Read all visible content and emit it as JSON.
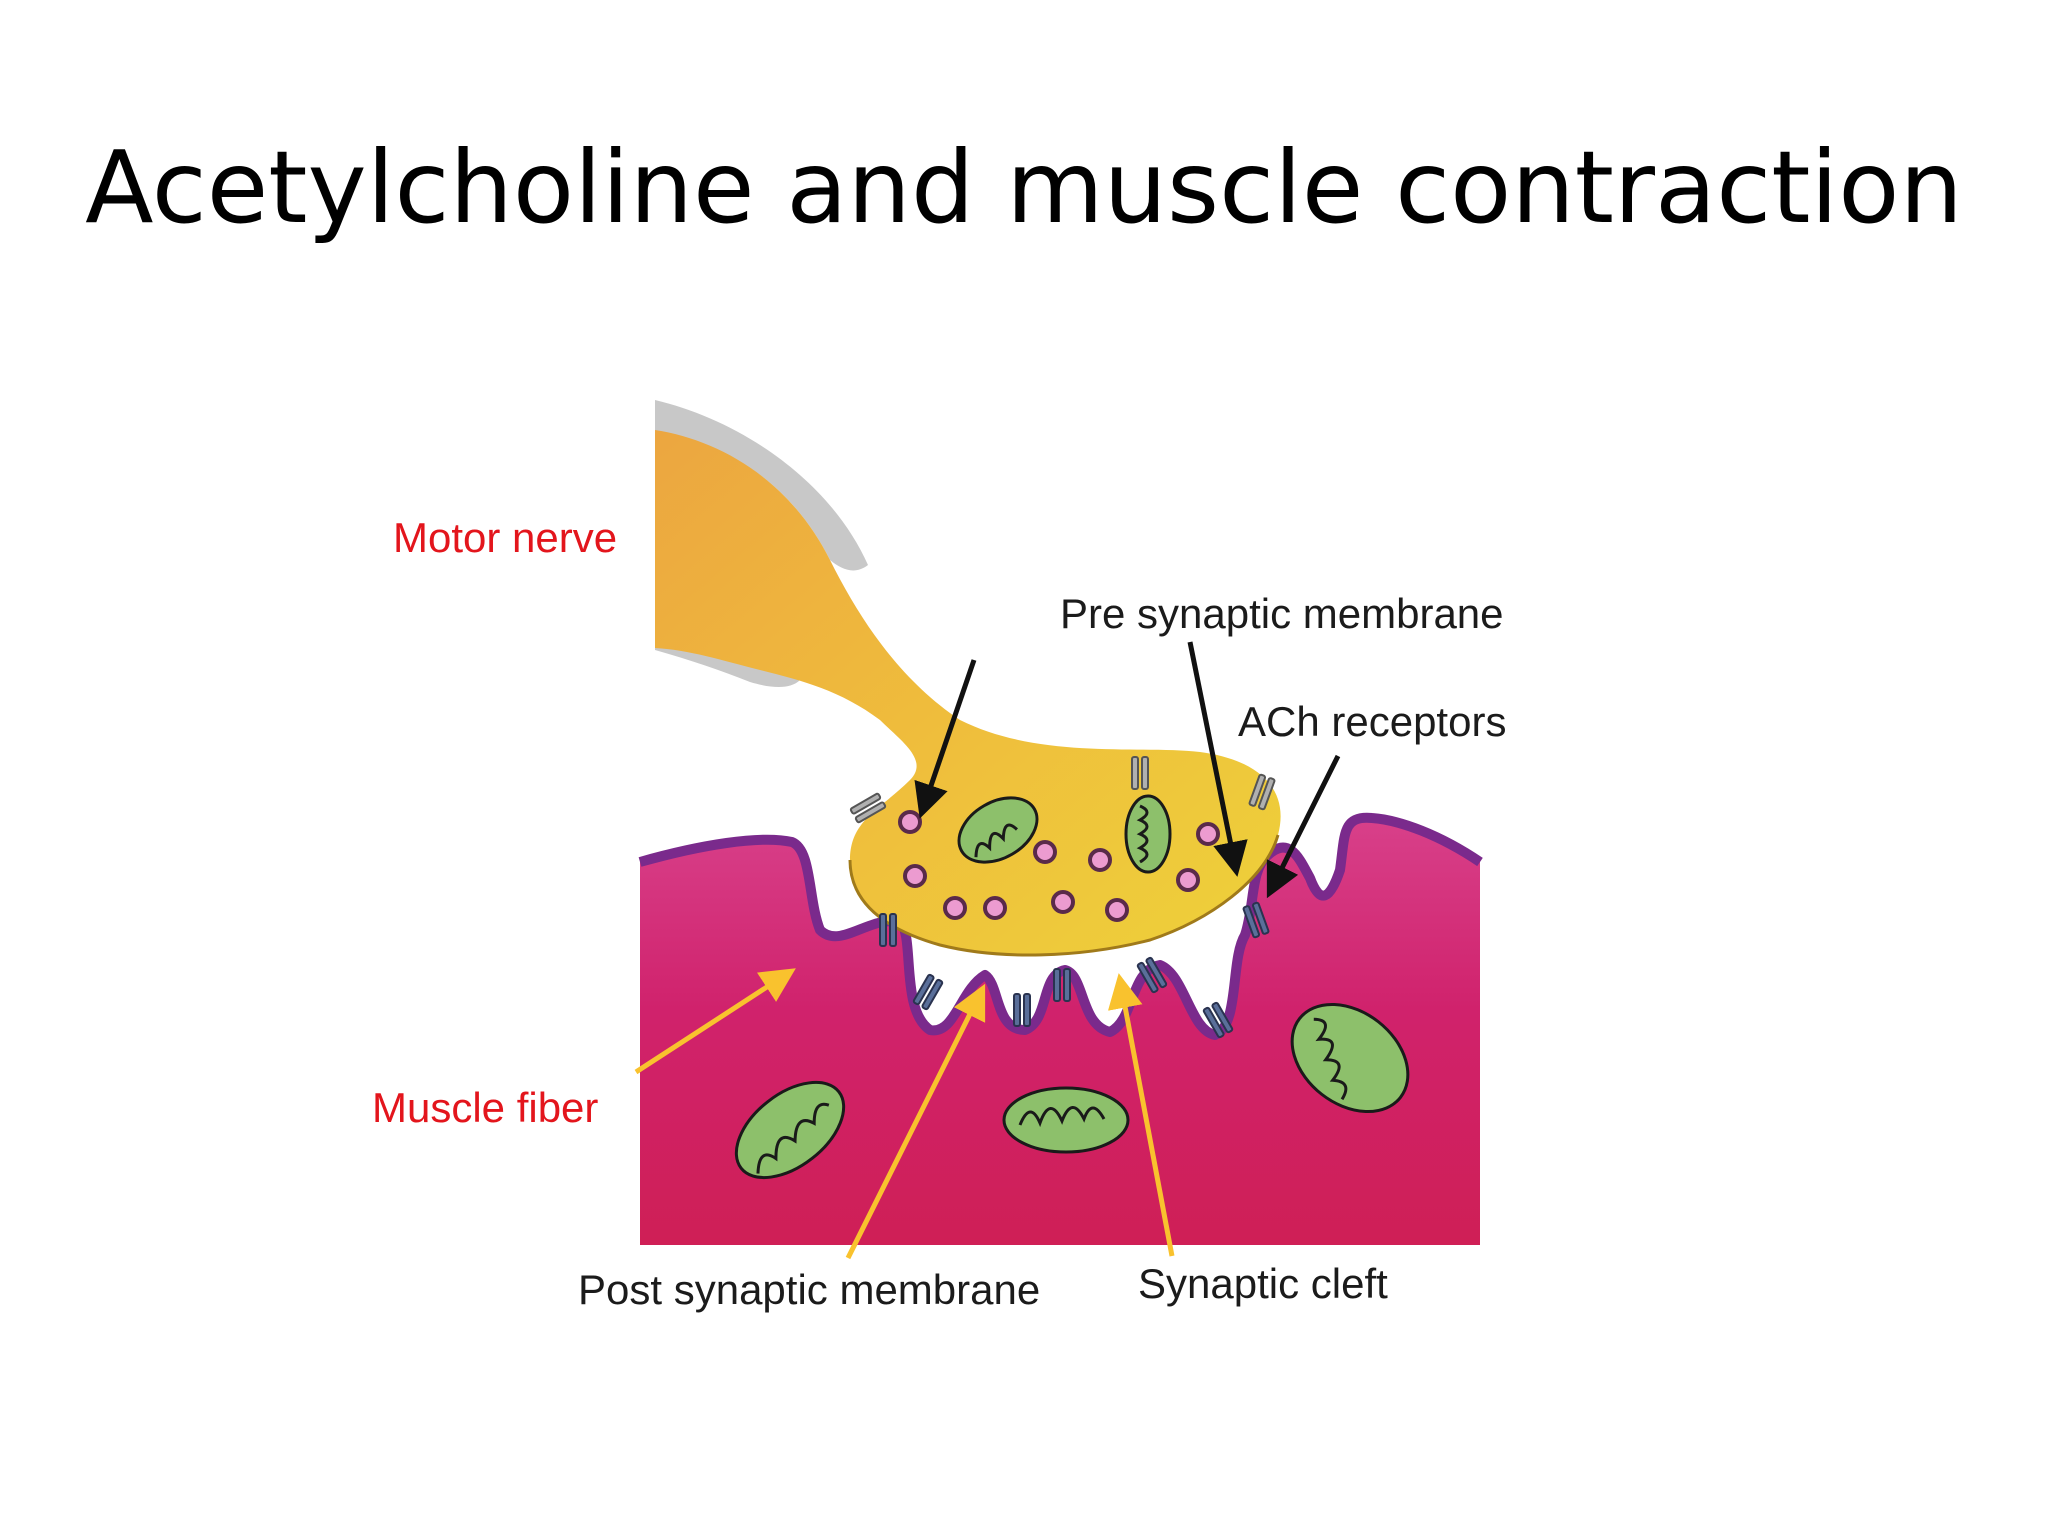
{
  "slide": {
    "title": "Acetylcholine and muscle contraction"
  },
  "diagram": {
    "labels": {
      "motor_nerve": "Motor nerve",
      "pre_synaptic_membrane": "Pre synaptic membrane",
      "ach_receptors": "ACh receptors",
      "muscle_fiber": "Muscle fiber",
      "post_synaptic_membrane": "Post synaptic membrane",
      "synaptic_cleft": "Synaptic cleft"
    },
    "colors": {
      "structure_labels": "#e3151c",
      "membrane_labels": "#1b1b1b",
      "nerve_terminal": "#f0c23a",
      "myelin_sheath": "#c8c8c8",
      "muscle_fiber": "#d21f6a",
      "muscle_membrane": "#7a2a8c",
      "mitochondria": "#8dc06b",
      "vesicles": "#ec9bd0",
      "receptors": "#5a6f9a",
      "arrows_muscle": "#f9c22e",
      "arrows_nerve": "#111111"
    }
  }
}
